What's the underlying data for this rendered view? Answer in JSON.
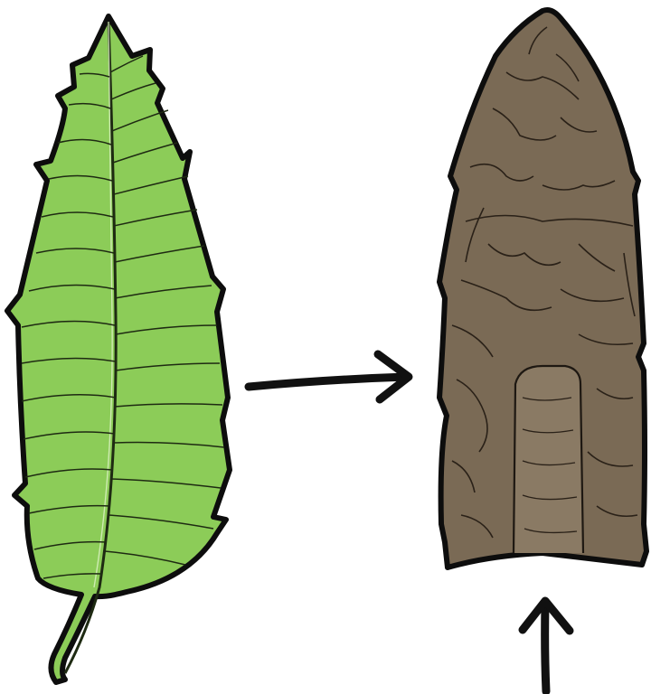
{
  "figure": {
    "items": [
      {
        "id": "leaf",
        "icon": "leaf-icon"
      },
      {
        "id": "arrow_right",
        "icon": "arrow-right-icon"
      },
      {
        "id": "stone_point",
        "icon": "projectile-point-icon"
      },
      {
        "id": "arrow_up",
        "icon": "arrow-up-icon"
      }
    ],
    "colors": {
      "leaf_fill": "#8ccc58",
      "leaf_vein": "#1e2a12",
      "stone_fill": "#7a6a55",
      "stone_crack": "#2a2118",
      "outline": "#0d0d0d",
      "arrow": "#111111"
    }
  }
}
